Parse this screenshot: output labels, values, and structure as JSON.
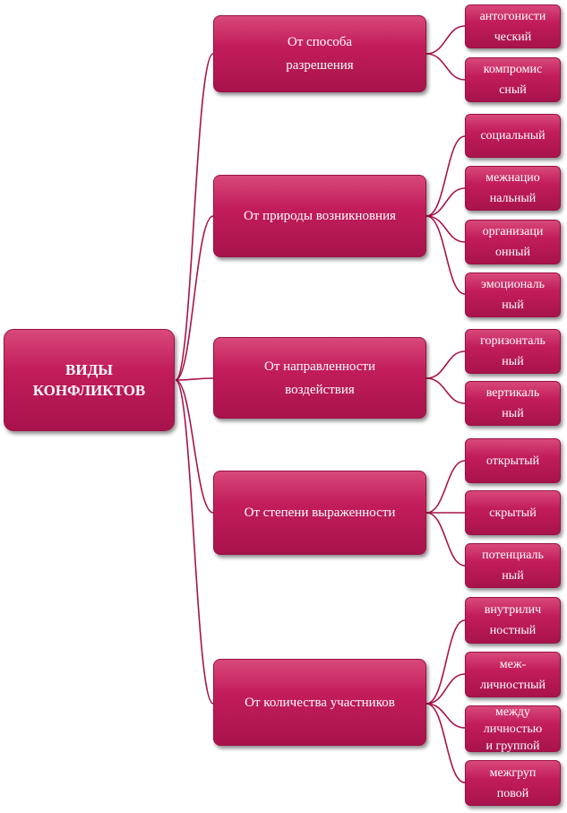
{
  "root": {
    "label": "ВИДЫ\nКОНФЛИКТОВ"
  },
  "categories": [
    {
      "label": "От способа\nразрешения",
      "leaves": [
        "антогонисти\nческий",
        "компромис\nсный"
      ]
    },
    {
      "label": "От природы возникновния",
      "leaves": [
        "социальный",
        "межнацио\nнальный",
        "организаци\nонный",
        "эмоциональ\nный"
      ]
    },
    {
      "label": "От направленности\nвоздействия",
      "leaves": [
        "горизонталь\nный",
        "вертикаль\nный"
      ]
    },
    {
      "label": "От степени выраженности",
      "leaves": [
        "открытый",
        "скрытый",
        "потенциаль\nный"
      ]
    },
    {
      "label": "От количества участников",
      "leaves": [
        "внутрилич\nностный",
        "меж-\nличностный",
        "между\nличностью\nи группой",
        "межгруп\nповой"
      ]
    }
  ],
  "colors": {
    "box": "#c21d5b",
    "line": "#a8134c",
    "text": "#ffffff"
  }
}
